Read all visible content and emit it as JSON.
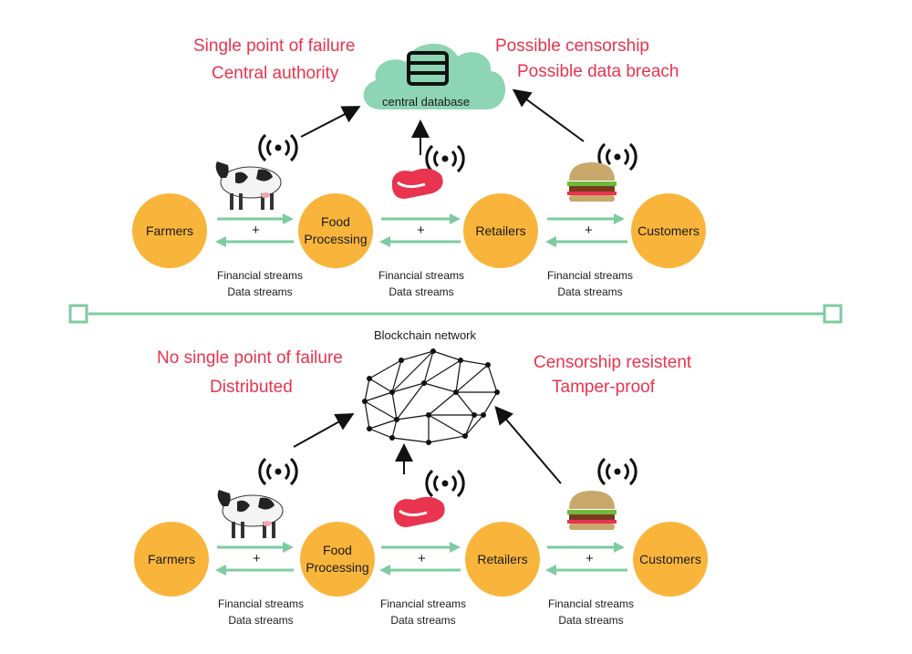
{
  "top": {
    "left_notes": [
      "Single point of failure",
      "Central authority"
    ],
    "right_notes": [
      "Possible censorship",
      "Possible data breach"
    ],
    "hub_label": "central database"
  },
  "divider": {},
  "bottom": {
    "network_title": "Blockchain network",
    "left_notes": [
      "No single point of failure",
      "Distributed"
    ],
    "right_notes": [
      "Censorship resistent",
      "Tamper-proof"
    ]
  },
  "chain": {
    "nodes": [
      "Farmers",
      "Food",
      "Processing",
      "Retailers",
      "Customers"
    ],
    "plus": "+",
    "streams": [
      "Financial streams",
      "Data streams"
    ]
  },
  "colors": {
    "node": "#f9b53b",
    "arrow": "#7ecba1",
    "accent_text": "#e8344e",
    "cloud": "#8dd5b4",
    "divider": "#7ecba1"
  },
  "icons": [
    "database-icon",
    "cloud-icon",
    "cow-icon",
    "steak-icon",
    "burger-icon",
    "signal-icon",
    "network-icon"
  ]
}
